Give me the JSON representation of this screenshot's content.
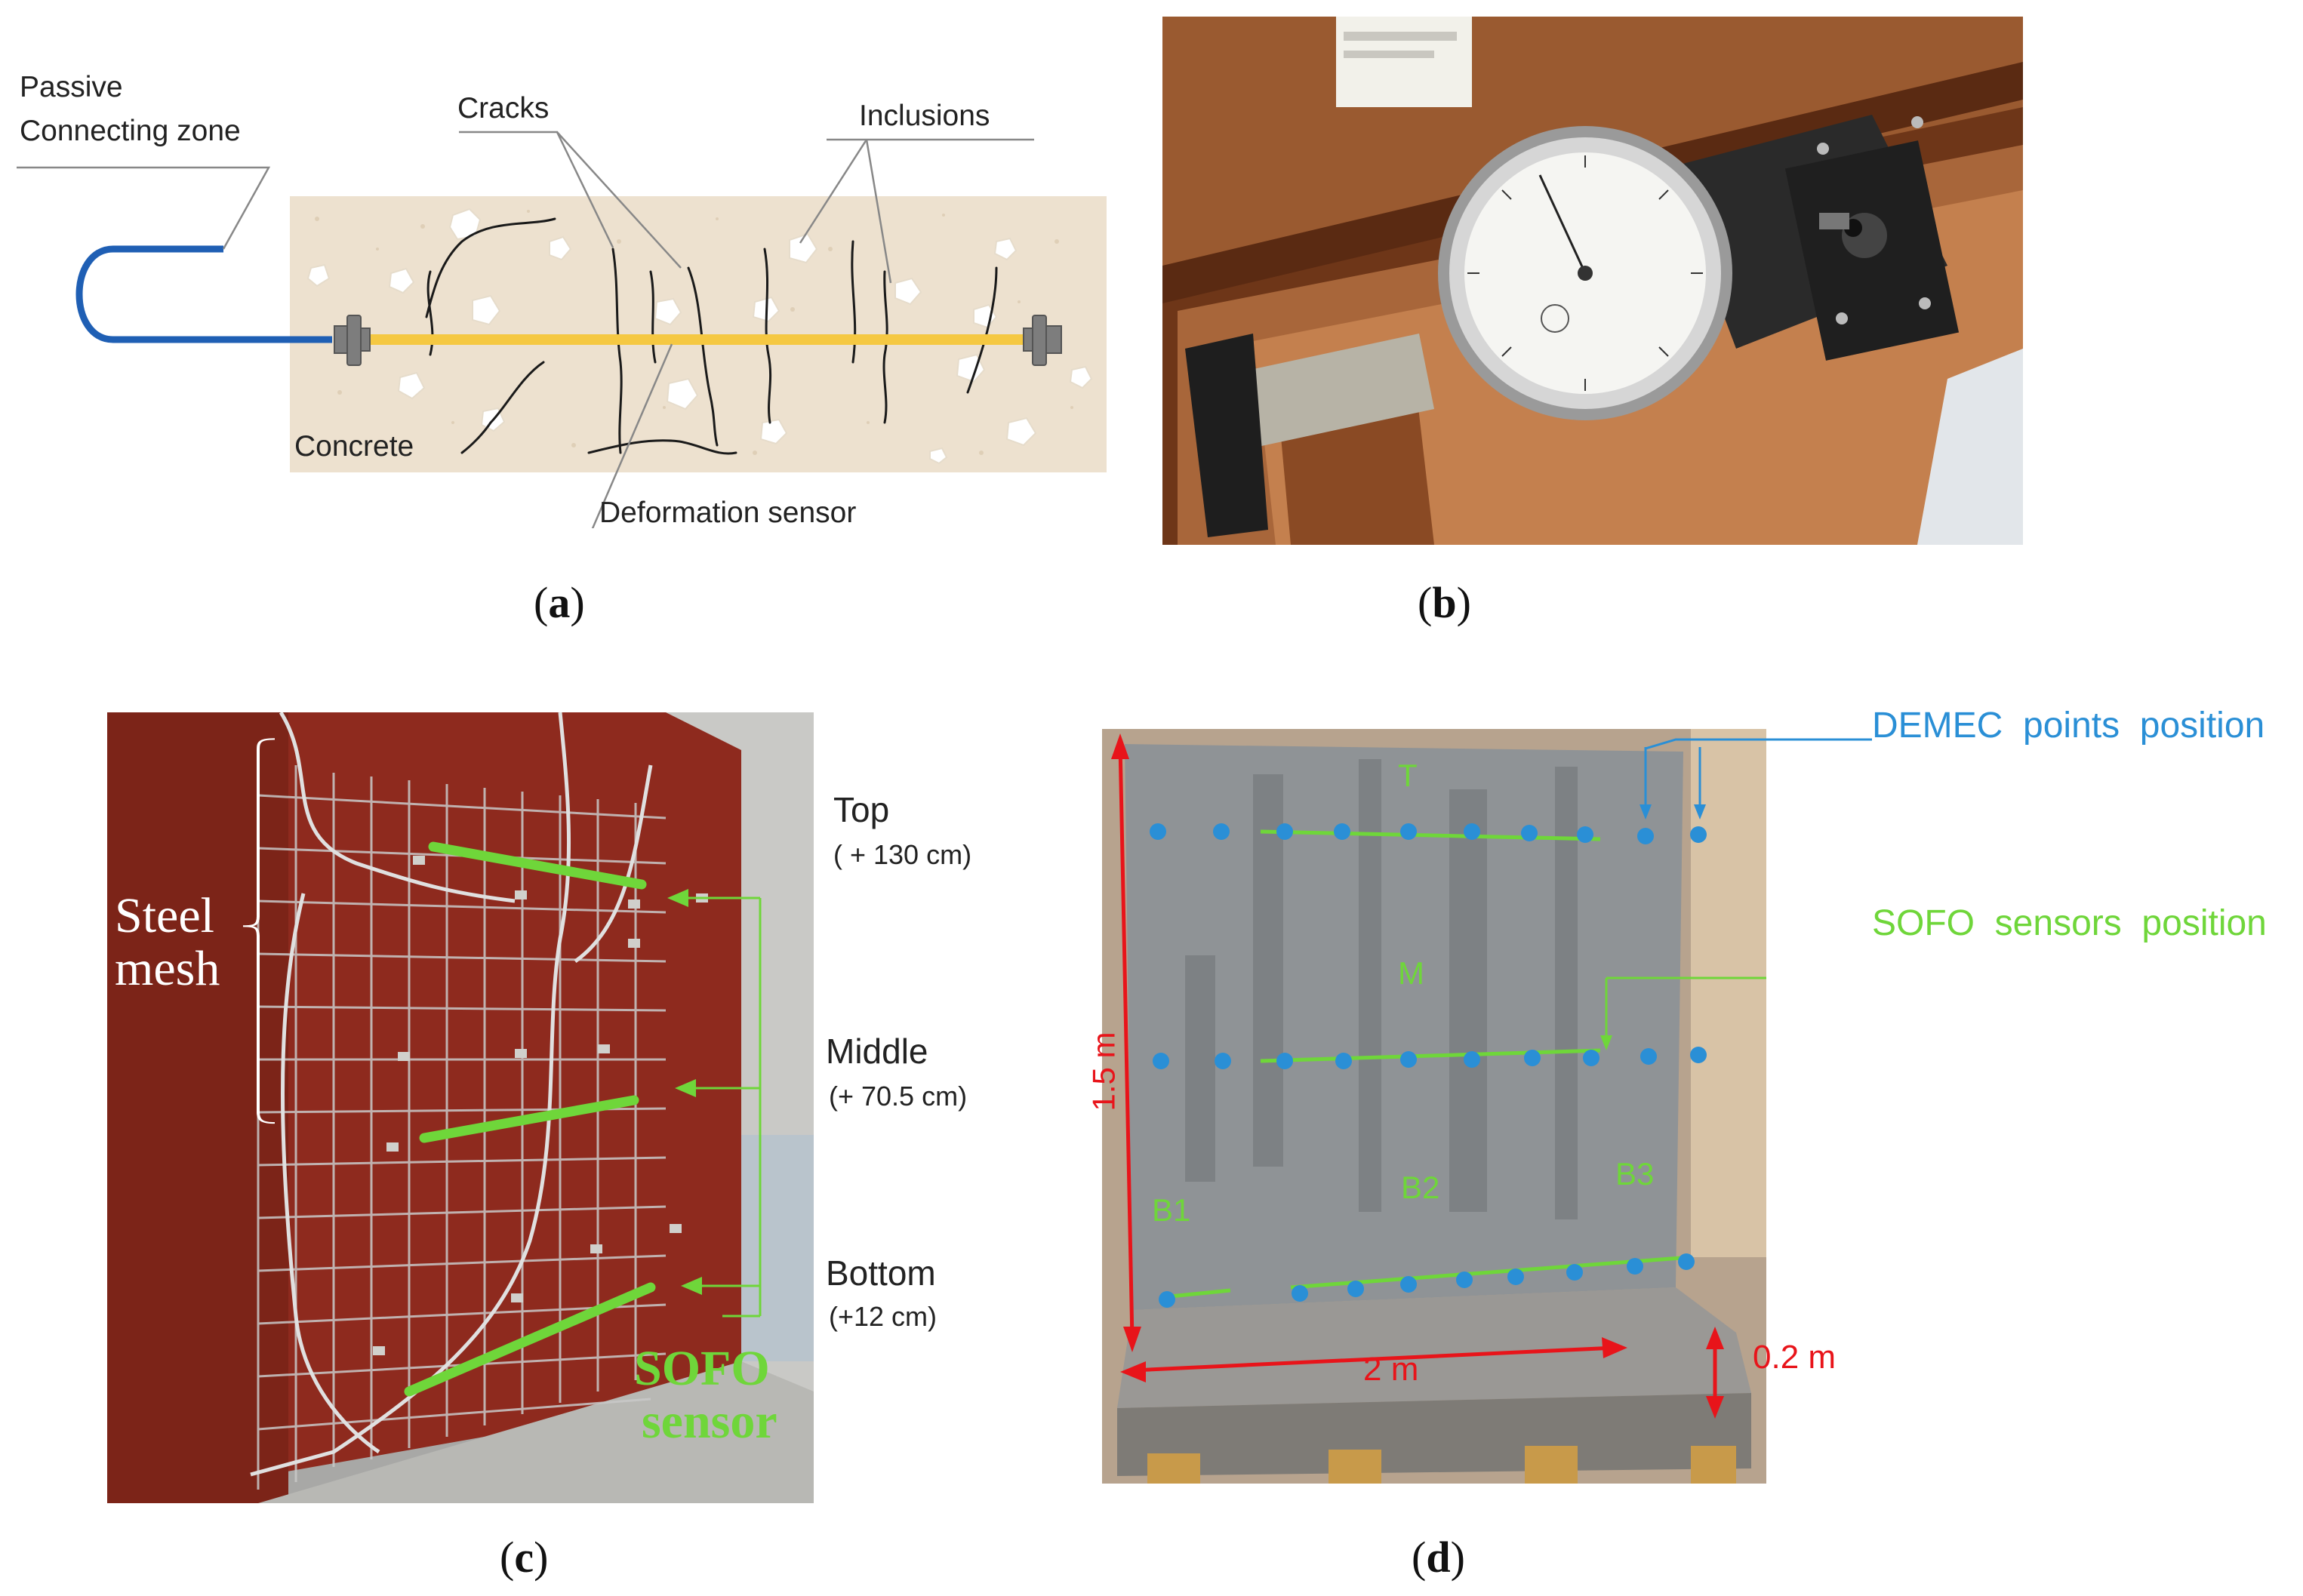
{
  "panel_a": {
    "passive_label_line1": "Passive",
    "passive_label_line2": "Connecting zone",
    "cracks_label": "Cracks",
    "inclusions_label": "Inclusions",
    "concrete_label": "Concrete",
    "sensor_label": "Deformation sensor",
    "caption": "a"
  },
  "panel_b": {
    "caption": "b"
  },
  "panel_c": {
    "steel_mesh_line1": "Steel",
    "steel_mesh_line2": "mesh",
    "top_label": "Top",
    "top_height": "( + 130 cm)",
    "middle_label": "Middle",
    "middle_height": "(+ 70.5 cm)",
    "bottom_label": "Bottom",
    "bottom_height": "(+12 cm)",
    "sofo_line1": "SOFO",
    "sofo_line2": "sensor",
    "caption": "c"
  },
  "panel_d": {
    "demec_label": "DEMEC  points  position",
    "sofo_label": "SOFO  sensors  position",
    "row_top": "T",
    "row_middle": "M",
    "b1": "B1",
    "b2": "B2",
    "b3": "B3",
    "height_dim": "1.5 m",
    "width_dim": "2 m",
    "base_dim": "0.2 m",
    "caption": "d"
  },
  "colors": {
    "sensor_yellow": "#f5c842",
    "cable_blue": "#1f5fb4",
    "green": "#6fd63a",
    "demec_blue": "#2a8fd6",
    "dim_red": "#e8141a",
    "concrete_beige": "#ede1cf",
    "wood": "#8a4a24",
    "formwork_red": "#8e2a1e",
    "wall_gray": "#8f9396"
  }
}
